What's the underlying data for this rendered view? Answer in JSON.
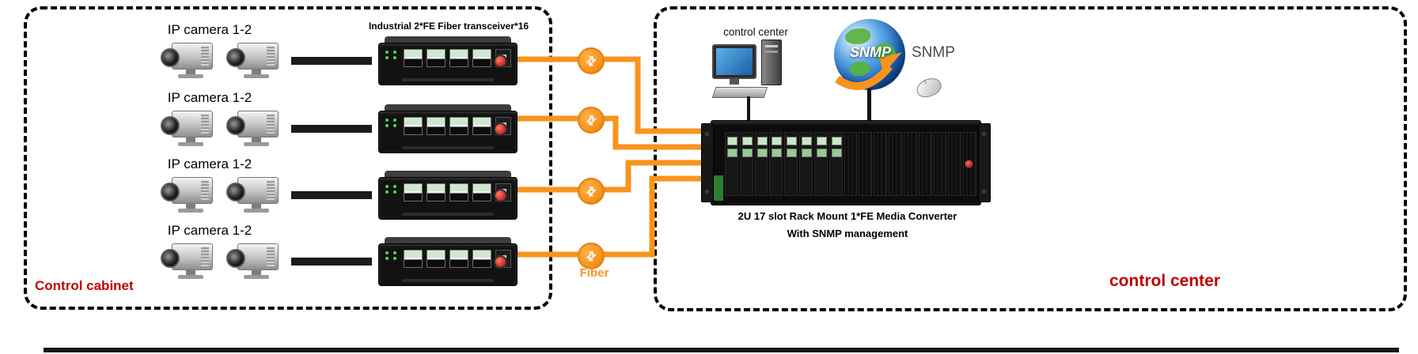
{
  "colors": {
    "orange": "#F7941D",
    "red": "#C00000",
    "globe_blue": "#1766C0"
  },
  "icons": {
    "fiber_arrows": "⇄"
  },
  "left_panel": {
    "title": "Control cabinet",
    "transceiver_label": "Industrial 2*FE Fiber transceiver*16",
    "rows": [
      {
        "camera_label": "IP camera 1-2"
      },
      {
        "camera_label": "IP camera 1-2"
      },
      {
        "camera_label": "IP camera 1-2"
      },
      {
        "camera_label": "IP camera 1-2"
      }
    ]
  },
  "fiber": {
    "label": "Fiber"
  },
  "right_panel": {
    "pc_label": "control center",
    "snmp_globe_text": "SNMP",
    "snmp_label": "SNMP",
    "rack_caption_line1": "2U 17 slot Rack Mount  1*FE Media Converter",
    "rack_caption_line2": "With SNMP management",
    "title": "control center"
  }
}
